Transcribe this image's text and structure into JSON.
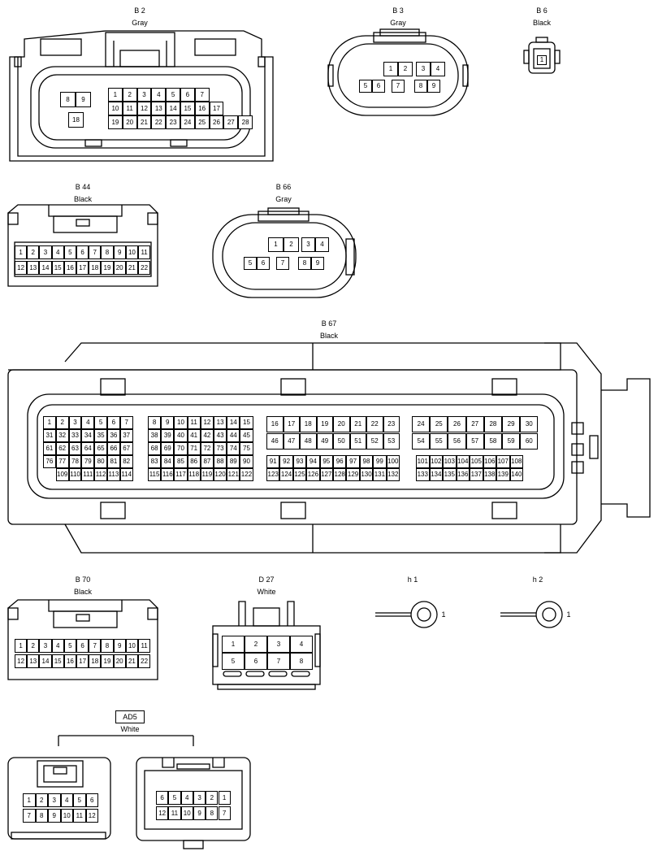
{
  "connectors": {
    "b2": {
      "id": "B 2",
      "color": "Gray"
    },
    "b3": {
      "id": "B 3",
      "color": "Gray"
    },
    "b6": {
      "id": "B 6",
      "color": "Black"
    },
    "b44": {
      "id": "B 44",
      "color": "Black"
    },
    "b66": {
      "id": "B 66",
      "color": "Gray"
    },
    "b67": {
      "id": "B 67",
      "color": "Black"
    },
    "b70": {
      "id": "B 70",
      "color": "Black"
    },
    "d27": {
      "id": "D 27",
      "color": "White"
    },
    "h1": {
      "id": "h 1",
      "pin": "1"
    },
    "h2": {
      "id": "h 2",
      "pin": "1"
    },
    "ad5": {
      "id": "AD5",
      "color": "White"
    }
  },
  "pins": {
    "b2_left": [
      "8",
      "9",
      "18"
    ],
    "b2_grid": [
      "1",
      "2",
      "3",
      "4",
      "5",
      "6",
      "7",
      "10",
      "11",
      "12",
      "13",
      "14",
      "15",
      "16",
      "17",
      "19",
      "20",
      "21",
      "22",
      "23",
      "24",
      "25",
      "26",
      "27",
      "28"
    ],
    "b3": [
      "1",
      "2",
      "3",
      "4",
      "5",
      "6",
      "7",
      "8",
      "9"
    ],
    "b6": [
      "1"
    ],
    "b44": [
      "1",
      "2",
      "3",
      "4",
      "5",
      "6",
      "7",
      "8",
      "9",
      "10",
      "11",
      "12",
      "13",
      "14",
      "15",
      "16",
      "17",
      "18",
      "19",
      "20",
      "21",
      "22"
    ],
    "b66": [
      "1",
      "2",
      "3",
      "4",
      "5",
      "6",
      "7",
      "8",
      "9"
    ],
    "b67_block1": [
      "1",
      "2",
      "3",
      "4",
      "5",
      "6",
      "7",
      "31",
      "32",
      "33",
      "34",
      "35",
      "36",
      "37",
      "61",
      "62",
      "63",
      "64",
      "65",
      "66",
      "67",
      "76",
      "77",
      "78",
      "79",
      "80",
      "81",
      "82",
      "109",
      "110",
      "111",
      "112",
      "113",
      "114"
    ],
    "b67_block2": [
      "8",
      "9",
      "10",
      "11",
      "12",
      "13",
      "14",
      "15",
      "38",
      "39",
      "40",
      "41",
      "42",
      "43",
      "44",
      "45",
      "68",
      "69",
      "70",
      "71",
      "72",
      "73",
      "74",
      "75",
      "83",
      "84",
      "85",
      "86",
      "87",
      "88",
      "89",
      "90",
      "115",
      "116",
      "117",
      "118",
      "119",
      "120",
      "121",
      "122"
    ],
    "b67_block3": [
      "16",
      "17",
      "18",
      "19",
      "20",
      "21",
      "22",
      "23",
      "46",
      "47",
      "48",
      "49",
      "50",
      "51",
      "52",
      "53",
      "91",
      "92",
      "93",
      "94",
      "95",
      "96",
      "97",
      "98",
      "99",
      "100",
      "123",
      "124",
      "125",
      "126",
      "127",
      "128",
      "129",
      "130",
      "131",
      "132"
    ],
    "b67_block4": [
      "24",
      "25",
      "26",
      "27",
      "28",
      "29",
      "30",
      "54",
      "55",
      "56",
      "57",
      "58",
      "59",
      "60",
      "101",
      "102",
      "103",
      "104",
      "105",
      "106",
      "107",
      "108",
      "133",
      "134",
      "135",
      "136",
      "137",
      "138",
      "139",
      "140"
    ],
    "b70": [
      "1",
      "2",
      "3",
      "4",
      "5",
      "6",
      "7",
      "8",
      "9",
      "10",
      "11",
      "12",
      "13",
      "14",
      "15",
      "16",
      "17",
      "18",
      "19",
      "20",
      "21",
      "22"
    ],
    "d27": [
      "1",
      "2",
      "3",
      "4",
      "5",
      "6",
      "7",
      "8"
    ],
    "ad5_left": [
      "1",
      "2",
      "3",
      "4",
      "5",
      "6",
      "7",
      "8",
      "9",
      "10",
      "11",
      "12"
    ],
    "ad5_right": [
      "6",
      "5",
      "4",
      "3",
      "2",
      "1",
      "12",
      "11",
      "10",
      "9",
      "8",
      "7"
    ]
  }
}
